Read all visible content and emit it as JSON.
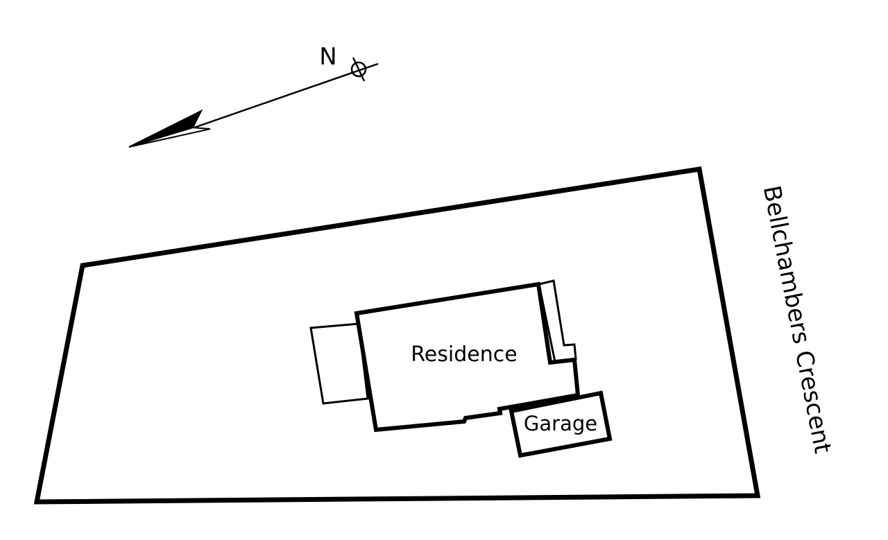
{
  "compass": {
    "label": "N"
  },
  "buildings": {
    "residence": {
      "label": "Residence"
    },
    "garage": {
      "label": "Garage"
    }
  },
  "street": {
    "label": "Bellchambers Crescent"
  },
  "colors": {
    "stroke": "#000000",
    "background": "#ffffff"
  }
}
